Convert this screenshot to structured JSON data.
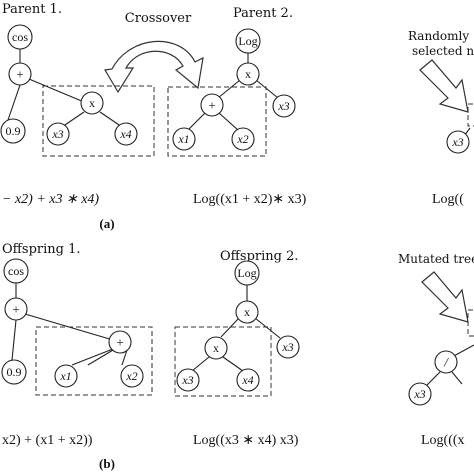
{
  "panel_a": {
    "parent1_label": "Parent 1.",
    "parent2_label": "Parent 2.",
    "crossover_label": "Crossover",
    "parent1_nodes": {
      "cos": "cos",
      "plus": "+",
      "leaf": "0.9"
    },
    "parent1_subtree": {
      "root": "x",
      "left": "x3",
      "right": "x4"
    },
    "parent2_nodes": {
      "log": "Log",
      "times": "x",
      "x3": "x3"
    },
    "parent2_subtree": {
      "root": "+",
      "left": "x1",
      "right": "x2"
    },
    "formula_left": "− x2) + x3 ∗ x4)",
    "formula_right": "Log((x1 + x2)∗ x3)",
    "caption": "(a)"
  },
  "panel_b": {
    "offspring1_label": "Offspring 1.",
    "offspring2_label": "Offspring 2.",
    "offspring1_nodes": {
      "cos": "cos",
      "plus": "+",
      "leaf": "0.9"
    },
    "offspring1_subtree": {
      "root": "+",
      "left": "x1",
      "right": "x2"
    },
    "offspring2_nodes": {
      "log": "Log",
      "times": "x",
      "x3": "x3"
    },
    "offspring2_subtree": {
      "root": "x",
      "left": "x3",
      "right": "x4"
    },
    "formula_left": "x2) + (x1 + x2))",
    "formula_right": "Log((x3 ∗ x4) x3)",
    "caption": "(b)"
  },
  "right_column": {
    "random_label_line1": "Randomly",
    "random_label_line2": "selected no",
    "random_leaf": "x3",
    "formula_top": "Log((",
    "mutated_label": "Mutated tree",
    "mutated_node": "/",
    "mutated_leaf": "x3",
    "formula_bottom": "Log(((x"
  }
}
